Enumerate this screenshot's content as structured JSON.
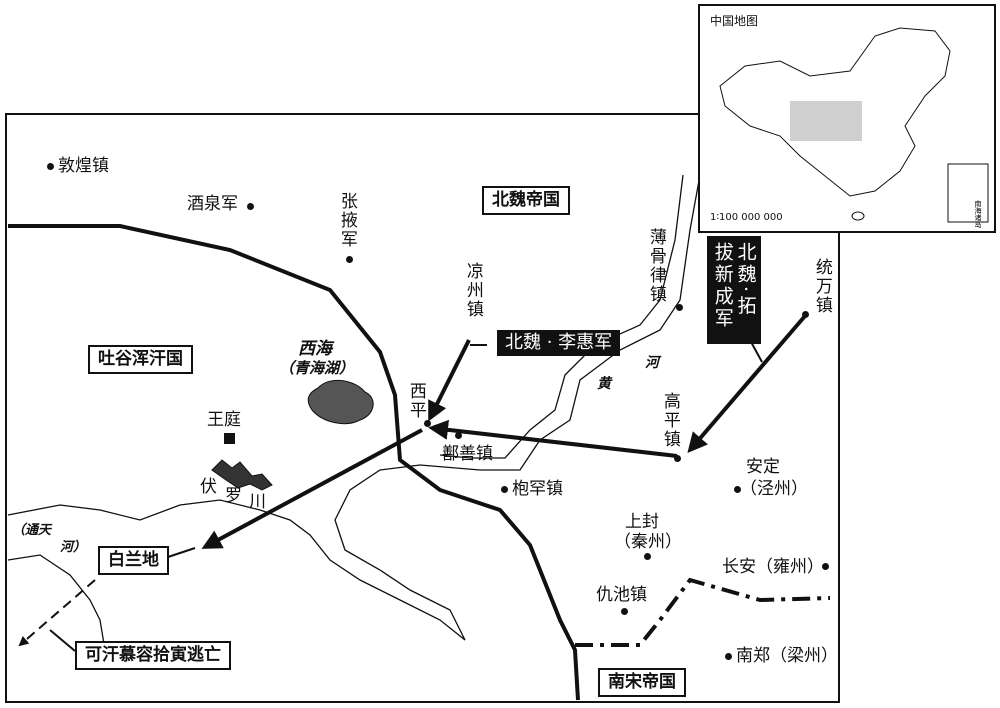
{
  "inset": {
    "title": "中国地图",
    "scale": "1∶100 000 000",
    "nanhai_label": "南海诸岛"
  },
  "regions": {
    "beiwei": "北魏帝国",
    "tuyuhun": "吐谷浑汗国",
    "nansong": "南宋帝国",
    "bailandi": "白兰地",
    "escape": "可汗慕容拾寅逃亡"
  },
  "armies": {
    "lihui": "北魏 · 李惠军",
    "tuoba": "北魏·拓拔新成军"
  },
  "places": {
    "dunhuang": "敦煌镇",
    "jiuquan": "酒泉军",
    "zhangye": "张掖军",
    "liangzhou": "凉州镇",
    "bogulv": "薄骨律镇",
    "tongwan": "统万镇",
    "xiping": "西平",
    "shanshan": "鄯善镇",
    "baohan": "枹罕镇",
    "gaoping": "高平镇",
    "anding": "安定",
    "anding_sub": "（泾州）",
    "shangfeng": "上封",
    "shangfeng_sub": "（秦州）",
    "chouchi": "仇池镇",
    "changan": "长安（雍州）",
    "nanzheng": "南郑（梁州）",
    "wangting": "王庭",
    "fuluochuan": [
      "伏",
      "罗",
      "川"
    ]
  },
  "water": {
    "xihai": "西海",
    "qinghaihu": "（青海湖）",
    "tongtianhe_1": "（通天",
    "tongtianhe_2": "河）",
    "huanghe_1": "黄",
    "huanghe_2": "河"
  },
  "colors": {
    "ink": "#111111",
    "lake": "#555555",
    "highlight": "#cfcfcf"
  }
}
